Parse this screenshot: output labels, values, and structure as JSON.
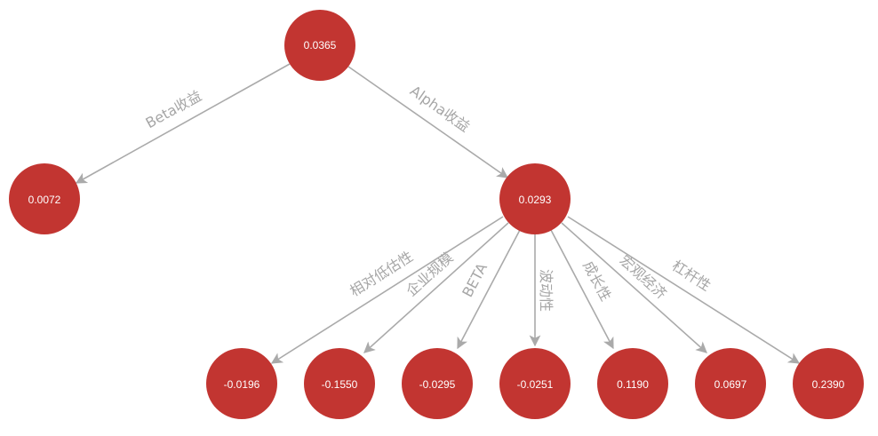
{
  "colors": {
    "node": "#c23531",
    "edge": "#aaaaaa",
    "edge_label": "#a6a6a6",
    "node_text": "#ffffff"
  },
  "nodes": {
    "root": "0.0365",
    "beta": "0.0072",
    "alpha": "0.0293",
    "f1": "-0.0196",
    "f2": "-0.1550",
    "f3": "-0.0295",
    "f4": "-0.0251",
    "f5": "0.1190",
    "f6": "0.0697",
    "f7": "0.2390"
  },
  "edges": {
    "beta": "Beta收益",
    "alpha": "Alpha收益",
    "f1": "相对低估性",
    "f2": "企业规模",
    "f3": "BETA",
    "f4": "波动性",
    "f5": "成长性",
    "f6": "宏观经济",
    "f7": "杠杆性"
  }
}
